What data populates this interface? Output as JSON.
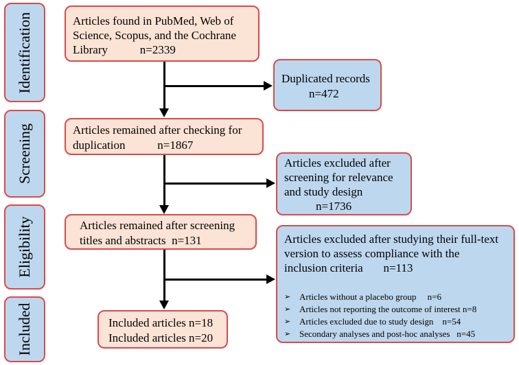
{
  "stages": [
    "Identification",
    "Screening",
    "Eligibility",
    "Included"
  ],
  "boxes": {
    "identification": {
      "line1": "Articles found in PubMed, Web of",
      "line2": "Science, Scopus, and the Cochrane",
      "line3": "Library           n=2339"
    },
    "duplicates": {
      "line1": "Duplicated records",
      "line2": "n=472"
    },
    "screening": {
      "line1": "Articles remained after checking for",
      "line2": "duplication           n=1867"
    },
    "excluded_screening": {
      "line1": "Articles excluded after",
      "line2": "screening for relevance",
      "line3": "and study design",
      "line4": "n=1736"
    },
    "eligibility": {
      "line1": "Articles remained after screening",
      "line2": "titles and abstracts  n=131"
    },
    "excluded_fulltext": {
      "line1": "Articles excluded after studying their full-text",
      "line2": "version to assess compliance with the",
      "line3": "inclusion criteria       n=113",
      "bullets": [
        "Articles without a placebo group     n=6",
        "Articles not reporting the outcome of interest n=8",
        "Articles excluded due to study design    n=54",
        "Secondary analyses and post-hoc analyses   n=45"
      ],
      "bullet_symbol": "➢"
    },
    "included": {
      "line1": "Included articles n=18",
      "line2": "Included articles n=20"
    }
  },
  "colors": {
    "border": "#d94a4a",
    "stage_fill": "#bdd7ee",
    "flow_fill": "#fbe3d6",
    "exclusion_fill": "#bdd7ee",
    "arrow": "#000000"
  }
}
